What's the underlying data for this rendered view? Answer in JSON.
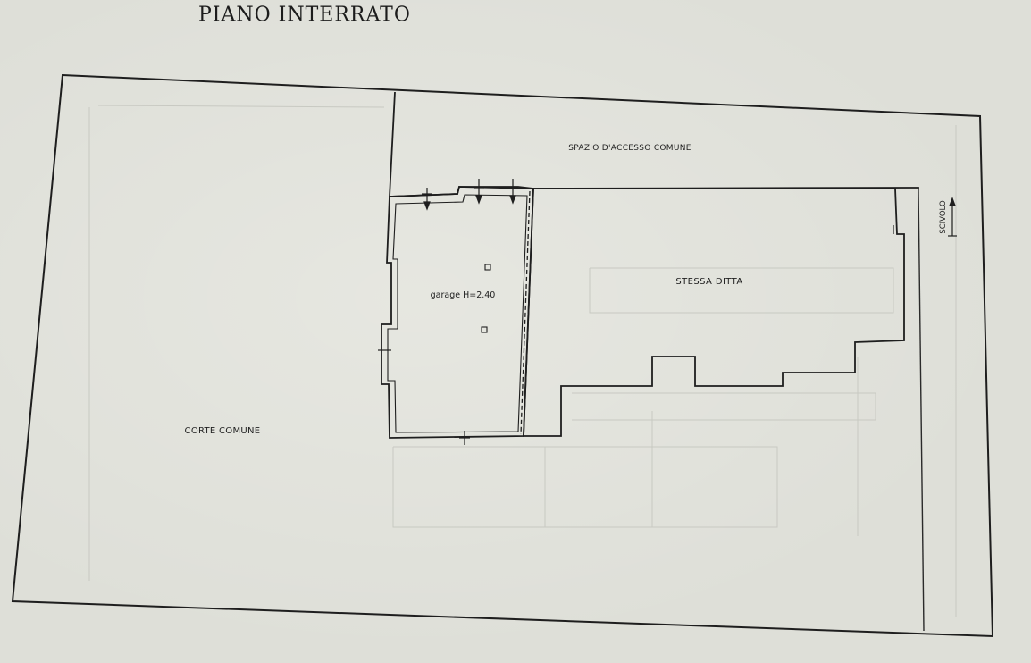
{
  "drawing": {
    "title": "PIANO INTERRATO"
  },
  "labels": {
    "shared_access": "SPAZIO D'ACCESSO COMUNE",
    "same_company": "STESSA DITTA",
    "garage": "garage H=2.40",
    "shared_courtyard": "CORTE COMUNE",
    "ramp": "SCIVOLO"
  },
  "colors": {
    "paper": "#dedfd8",
    "ink": "#1e1e1e",
    "faint": "#c4c5be"
  }
}
